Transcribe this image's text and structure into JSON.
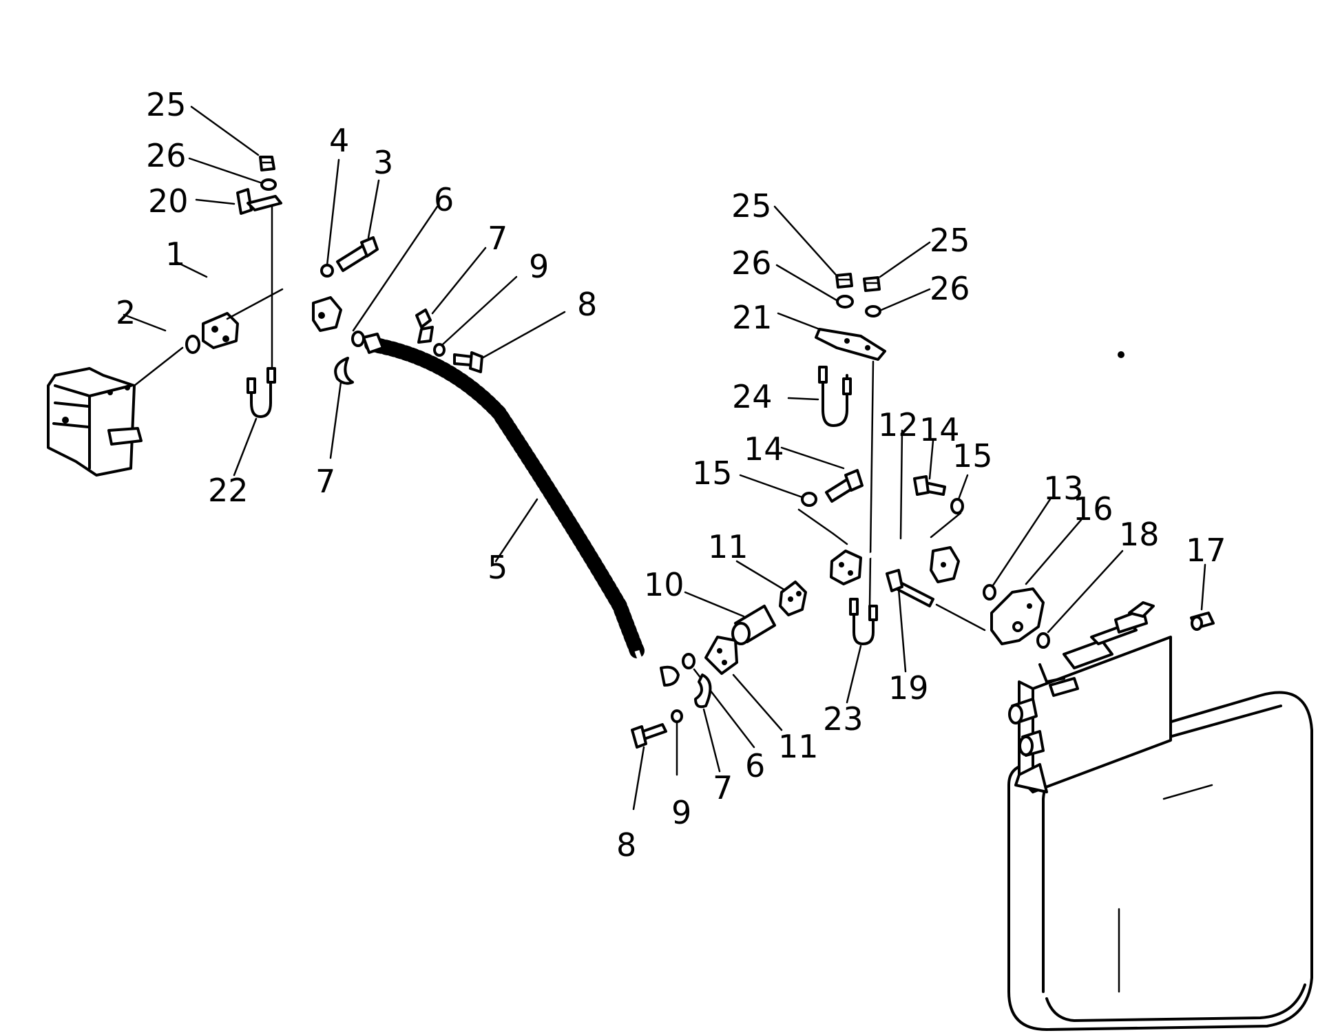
{
  "diagram": {
    "type": "exploded-parts-drawing",
    "labels": [
      {
        "id": "lbl-25-a",
        "text": "25"
      },
      {
        "id": "lbl-26-a",
        "text": "26"
      },
      {
        "id": "lbl-20",
        "text": "20"
      },
      {
        "id": "lbl-4",
        "text": "4"
      },
      {
        "id": "lbl-3",
        "text": "3"
      },
      {
        "id": "lbl-6-a",
        "text": "6"
      },
      {
        "id": "lbl-7-a",
        "text": "7"
      },
      {
        "id": "lbl-9-a",
        "text": "9"
      },
      {
        "id": "lbl-8-a",
        "text": "8"
      },
      {
        "id": "lbl-1",
        "text": "1"
      },
      {
        "id": "lbl-2",
        "text": "2"
      },
      {
        "id": "lbl-22",
        "text": "22"
      },
      {
        "id": "lbl-7-b",
        "text": "7"
      },
      {
        "id": "lbl-5",
        "text": "5"
      },
      {
        "id": "lbl-25-b",
        "text": "25"
      },
      {
        "id": "lbl-25-c",
        "text": "25"
      },
      {
        "id": "lbl-26-b",
        "text": "26"
      },
      {
        "id": "lbl-26-c",
        "text": "26"
      },
      {
        "id": "lbl-21",
        "text": "21"
      },
      {
        "id": "lbl-24",
        "text": "24"
      },
      {
        "id": "lbl-12",
        "text": "12"
      },
      {
        "id": "lbl-14-a",
        "text": "14"
      },
      {
        "id": "lbl-14-b",
        "text": "14"
      },
      {
        "id": "lbl-15-a",
        "text": "15"
      },
      {
        "id": "lbl-15-b",
        "text": "15"
      },
      {
        "id": "lbl-13",
        "text": "13"
      },
      {
        "id": "lbl-16",
        "text": "16"
      },
      {
        "id": "lbl-18",
        "text": "18"
      },
      {
        "id": "lbl-17",
        "text": "17"
      },
      {
        "id": "lbl-11-a",
        "text": "11"
      },
      {
        "id": "lbl-10",
        "text": "10"
      },
      {
        "id": "lbl-11-b",
        "text": "11"
      },
      {
        "id": "lbl-6-b",
        "text": "6"
      },
      {
        "id": "lbl-7-c",
        "text": "7"
      },
      {
        "id": "lbl-8-b",
        "text": "8"
      },
      {
        "id": "lbl-9-b",
        "text": "9"
      },
      {
        "id": "lbl-19",
        "text": "19"
      },
      {
        "id": "lbl-23",
        "text": "23"
      }
    ]
  }
}
